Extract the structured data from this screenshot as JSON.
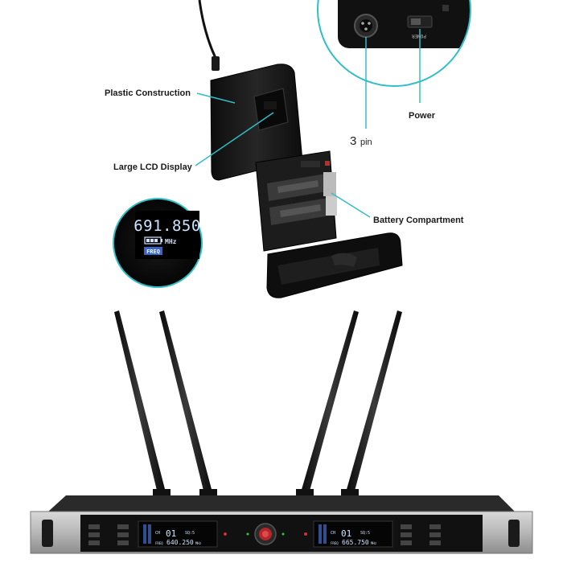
{
  "callouts": {
    "plastic": "Plastic Construction",
    "lcd": "Large LCD Display",
    "battery": "Battery Compartment",
    "power": "Power",
    "pin_number": "3",
    "pin_unit": "pin"
  },
  "connector_label": "POWER",
  "zoom_lcd": {
    "frequency": "691.850",
    "unit": "MHz",
    "mode": "FREQ"
  },
  "receiver": {
    "left_channel": "01",
    "left_freq": "640.250",
    "right_channel": "01",
    "right_freq": "665.750",
    "ch_label": "CH",
    "freq_label": "FREQ",
    "sq_label": "SQ:5",
    "mhz_label": "MHz"
  },
  "colors": {
    "accent": "#30bfc8",
    "lcd_text": "#cfe4ff",
    "body": "#141414"
  }
}
